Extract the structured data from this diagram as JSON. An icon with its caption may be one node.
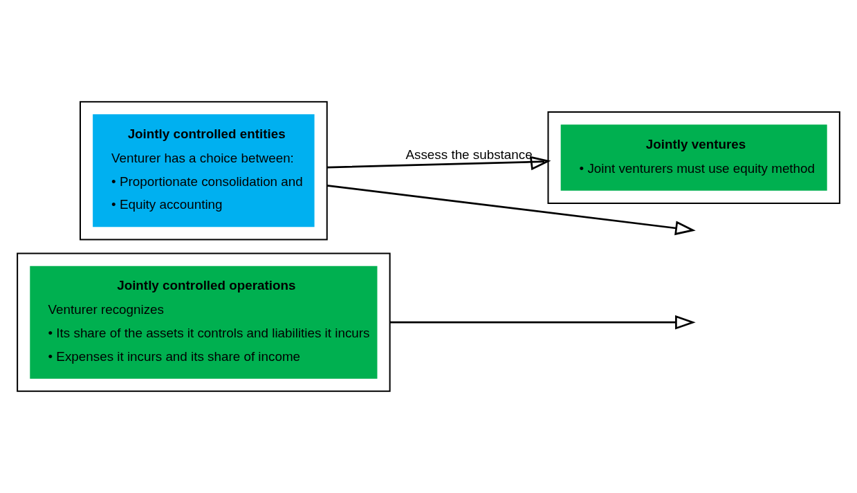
{
  "diagram": {
    "nodes": [
      {
        "text": [],
        "shape": "box"
      },
      {
        "text": [
          "Jointly controlled operations",
          "Venturer recognizes",
          "• Its share of the assets it controls and liabilities it incurs",
          "• Expenses it incurs and its share of income"
        ],
        "in": 0
      },
      {
        "text": [],
        "shape": "box"
      },
      {
        "text": [
          "Jointly controlled entities",
          "Venturer has a choice between:",
          "• Proportionate consolidation and",
          "• Equity accounting"
        ],
        "in": 2
      },
      {
        "text": [],
        "shape": "box"
      },
      {
        "text": [
          "Jointly ventures",
          "• Joint venturers must use equity method"
        ],
        "in": 4
      }
    ],
    "edges": [
      {
        "from": 0,
        "to": null,
        "arrow": "to"
      },
      {
        "from": 2,
        "to": null,
        "arrow": "to"
      },
      {
        "from": 2,
        "to": 4,
        "arrow": "to",
        "label": "Assess the substance"
      }
    ]
  }
}
